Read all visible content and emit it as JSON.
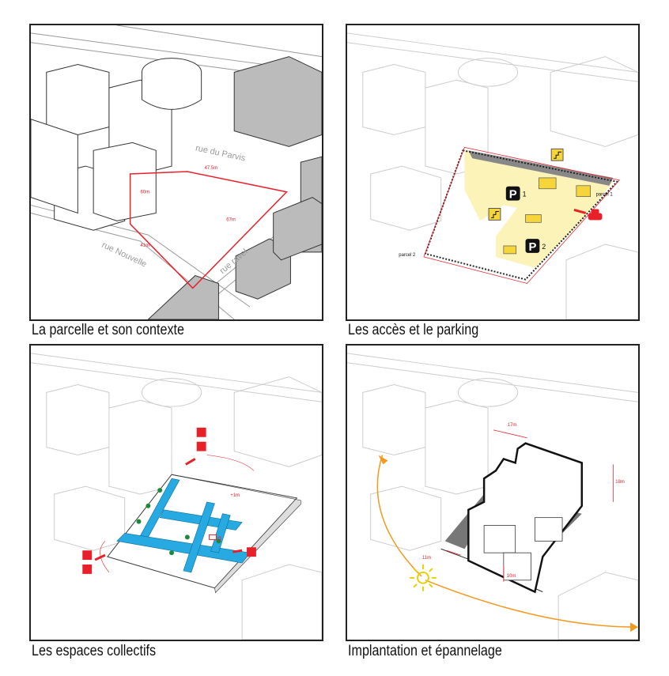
{
  "panels": [
    {
      "caption": "La parcelle et son contexte",
      "streets": [
        "rue du Parvis",
        "rue Nouvelle",
        "rue ravel"
      ],
      "dimensions": [
        "47.5m",
        "60m",
        "67m",
        "41m"
      ]
    },
    {
      "caption": "Les accès et le parking",
      "labels": [
        "parcel 1",
        "parcel 2"
      ],
      "parking": [
        {
          "symbol": "P",
          "num": "1"
        },
        {
          "symbol": "P",
          "num": "2"
        }
      ],
      "icons": [
        "stairs-icon",
        "car-icon",
        "entrance-arrow-icon"
      ]
    },
    {
      "caption": "Les espaces collectifs",
      "labels": [
        "+1m"
      ],
      "icons": [
        "pedestrian-icon",
        "bicycle-icon",
        "mail-icon",
        "tree-icon",
        "playground-icon"
      ]
    },
    {
      "caption": "Implantation et  épannelage",
      "dimensions": [
        "17m",
        "18m",
        "11m",
        "10m"
      ],
      "icons": [
        "sun-icon",
        "sun-path-arrow-icon"
      ]
    }
  ],
  "colors": {
    "parcel_line": "#e8202a",
    "parking_fill": "#fbf3b8",
    "block_yellow": "#f5d53a",
    "public_space": "#27a9e1",
    "sun_path": "#f39a1e",
    "sun": "#e6d200",
    "shade": "#666666",
    "context_gray": "#cfcfcf"
  }
}
